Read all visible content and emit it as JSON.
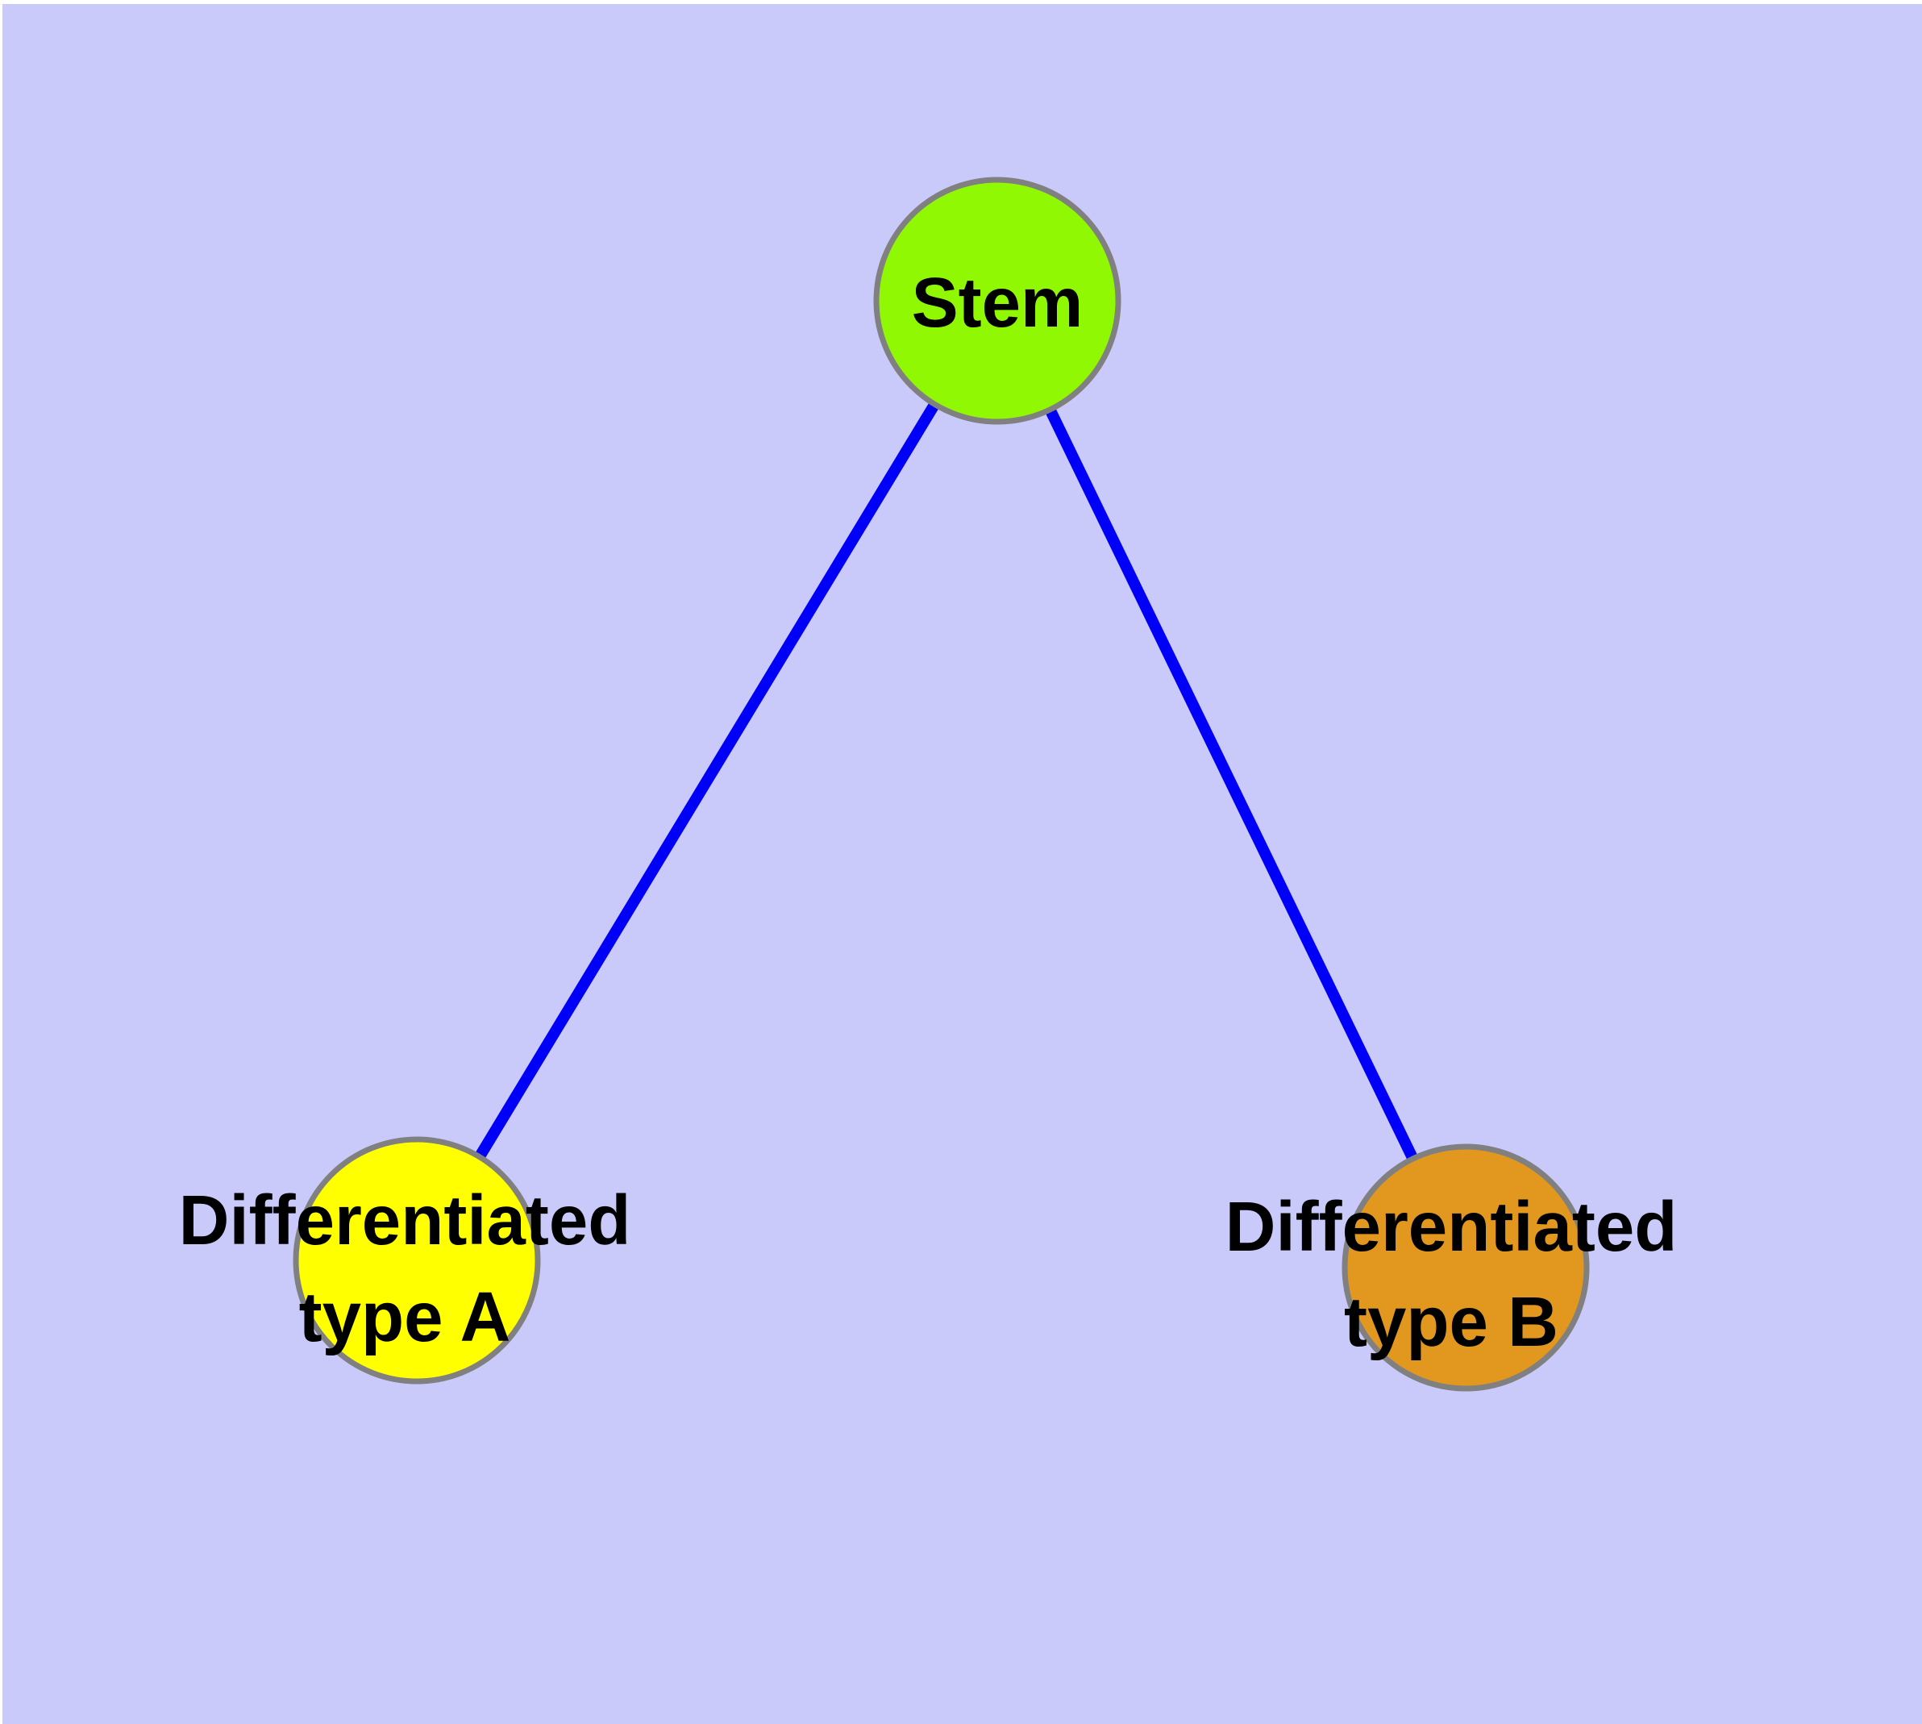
{
  "canvas": {
    "background_color": "#C9C9FA",
    "outer_background_color": "#FFFFFF"
  },
  "graph": {
    "type": "node-link-diagram",
    "node_border_color": "#808080",
    "edge_color": "#0000F8",
    "label_color": "#000000",
    "nodes": [
      {
        "id": "stem",
        "label": "Stem",
        "fill": "#90F802"
      },
      {
        "id": "differentiated-type-a",
        "label": "Differentiated type A",
        "label_line1": "Differentiated",
        "label_line2": "type A",
        "fill": "#FFFF00"
      },
      {
        "id": "differentiated-type-b",
        "label": "Differentiated type B",
        "label_line1": "Differentiated",
        "label_line2": "type B",
        "fill": "#E2971F"
      }
    ],
    "edges": [
      {
        "from": "Stem",
        "to": "Differentiated type A"
      },
      {
        "from": "Stem",
        "to": "Differentiated type B"
      }
    ]
  }
}
